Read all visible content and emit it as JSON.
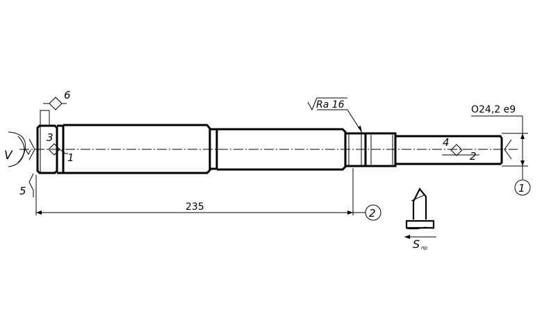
{
  "labels": {
    "datum_6": "6",
    "datum_3": "3",
    "datum_1_left": "1",
    "datum_5": "5",
    "rotation_v": "V",
    "roughness": "Ra 16",
    "diameter_tolerance": "O24,2 e9",
    "datum_4": "4",
    "datum_2_right": "2",
    "circle_1": "1",
    "circle_2": "2",
    "length_dimension": "235",
    "feed_main": "S",
    "feed_sub": "пр"
  }
}
